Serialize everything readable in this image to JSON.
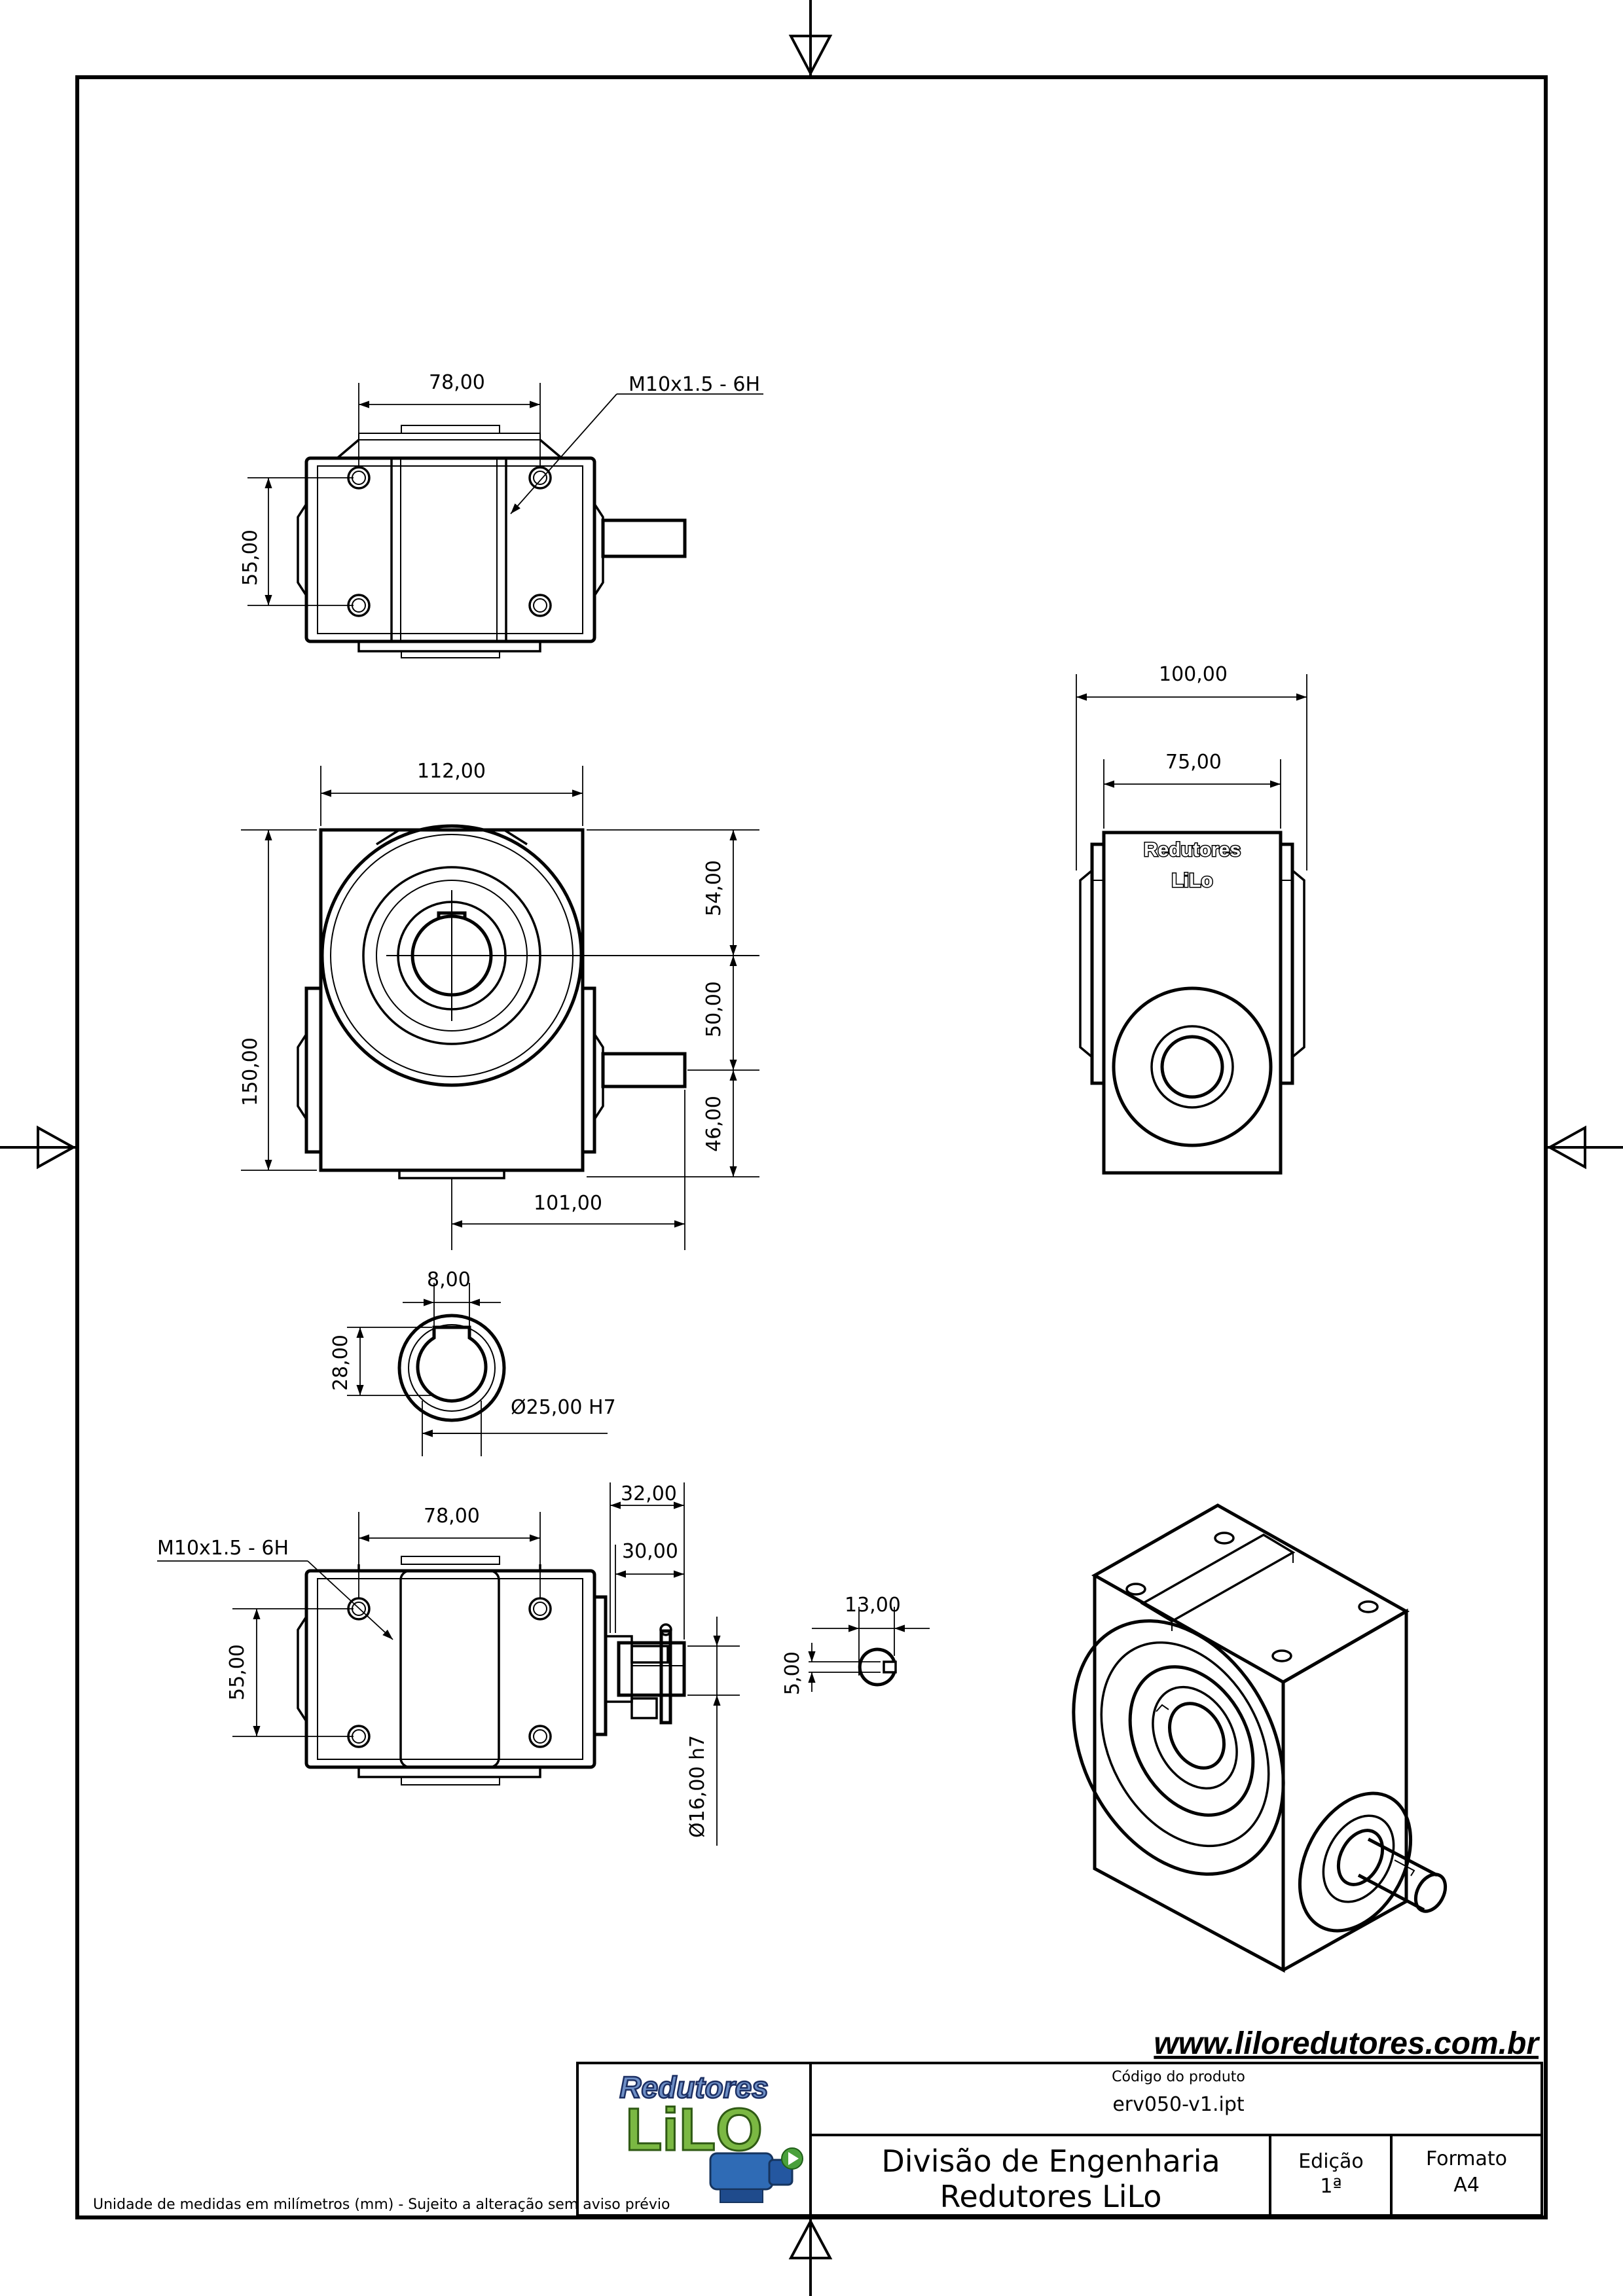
{
  "dimensions": {
    "top_width": "78,00",
    "top_height": "55,00",
    "thread_top": "M10x1.5 - 6H",
    "front_width": "112,00",
    "front_height": "150,00",
    "front_54": "54,00",
    "front_50": "50,00",
    "front_46": "46,00",
    "front_101": "101,00",
    "side_outer": "100,00",
    "side_inner": "75,00",
    "key_width": "8,00",
    "key_depth": "28,00",
    "bore": "Ø25,00 H7",
    "bottom_width": "78,00",
    "bottom_height": "55,00",
    "thread_bottom": "M10x1.5 - 6H",
    "shaft_32": "32,00",
    "shaft_30": "30,00",
    "shaft_dia": "Ø16,00 h7",
    "shaft_key_13": "13,00",
    "shaft_key_5": "5,00"
  },
  "side_view_emboss": {
    "line1": "Redutores",
    "line2": "LiLo"
  },
  "title_block": {
    "website": "www.liloredutores.com.br",
    "logo_line1": "Redutores",
    "logo_line2": "LiLO",
    "product_code_label": "Código do produto",
    "product_code": "erv050-v1.ipt",
    "division_line1": "Divisão de Engenharia",
    "division_line2": "Redutores LiLo",
    "edition_label": "Edição",
    "edition_value": "1ª",
    "format_label": "Formato",
    "format_value": "A4",
    "units_note": "Unidade de medidas em milímetros (mm) - Sujeito a alteração sem aviso prévio"
  }
}
